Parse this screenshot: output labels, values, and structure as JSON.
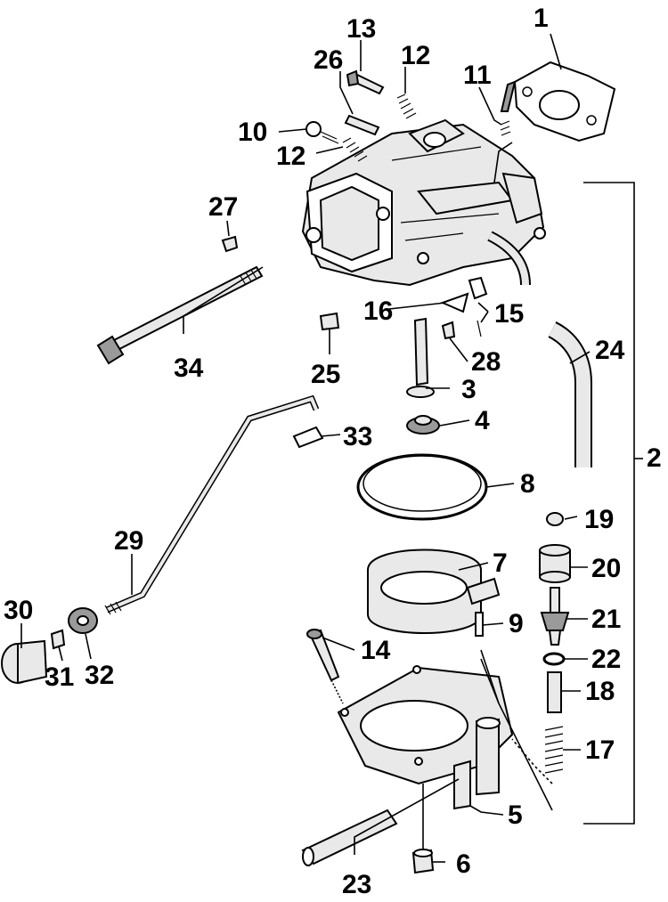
{
  "diagram": {
    "callouts": {
      "c1": "1",
      "c2": "2",
      "c3": "3",
      "c4": "4",
      "c5": "5",
      "c6": "6",
      "c7": "7",
      "c8": "8",
      "c9": "9",
      "c10": "10",
      "c11": "11",
      "c12a": "12",
      "c12b": "12",
      "c13": "13",
      "c14": "14",
      "c15": "15",
      "c16": "16",
      "c17": "17",
      "c18": "18",
      "c19": "19",
      "c20": "20",
      "c21": "21",
      "c22": "22",
      "c23": "23",
      "c24": "24",
      "c25": "25",
      "c26": "26",
      "c27": "27",
      "c28": "28",
      "c29": "29",
      "c30": "30",
      "c31": "31",
      "c32": "32",
      "c33": "33",
      "c34": "34"
    }
  }
}
